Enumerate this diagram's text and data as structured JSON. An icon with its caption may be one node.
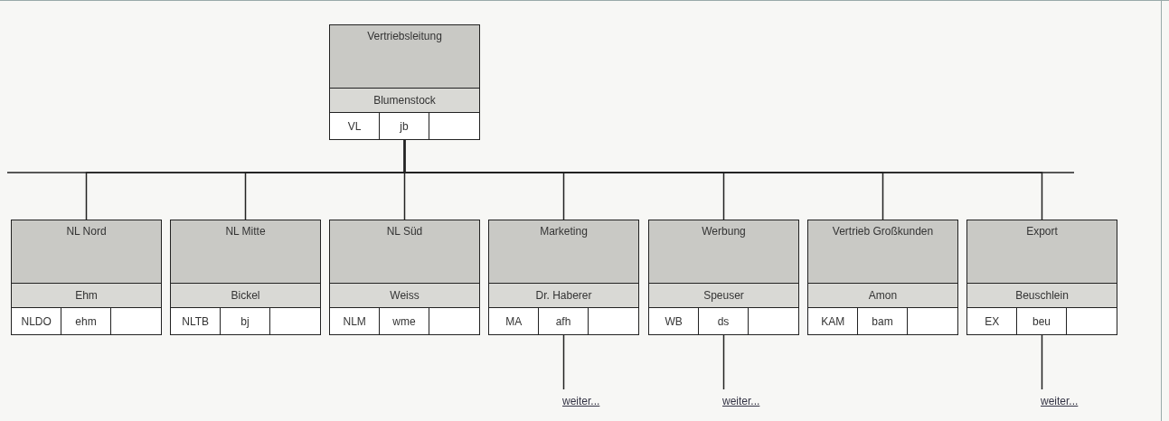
{
  "diagram": {
    "nodes": [
      {
        "text": [
          "Vertriebsleitung",
          "Blumenstock",
          "VL",
          "jb"
        ]
      },
      {
        "text": [
          "NL Nord",
          "Ehm",
          "NLDO",
          "ehm"
        ]
      },
      {
        "text": [
          "NL Mitte",
          "Bickel",
          "NLTB",
          "bj"
        ]
      },
      {
        "text": [
          "NL Süd",
          "Weiss",
          "NLM",
          "wme"
        ]
      },
      {
        "text": [
          "Marketing",
          "Dr. Haberer",
          "MA",
          "afh"
        ]
      },
      {
        "text": [
          "Werbung",
          "Speuser",
          "WB",
          "ds"
        ]
      },
      {
        "text": [
          "Vertrieb Großkunden",
          "Amon",
          "KAM",
          "bam"
        ]
      },
      {
        "text": [
          "Export",
          "Beuschlein",
          "EX",
          "beu"
        ]
      },
      {
        "text": [
          "weiter..."
        ]
      },
      {
        "text": [
          "weiter..."
        ]
      },
      {
        "text": [
          "weiter..."
        ]
      }
    ],
    "edges": [
      {
        "from": 0,
        "to": 1,
        "arrow": "none"
      },
      {
        "from": 0,
        "to": 2,
        "arrow": "none"
      },
      {
        "from": 0,
        "to": 3,
        "arrow": "none"
      },
      {
        "from": 0,
        "to": 4,
        "arrow": "none"
      },
      {
        "from": 0,
        "to": 5,
        "arrow": "none"
      },
      {
        "from": 0,
        "to": 6,
        "arrow": "none"
      },
      {
        "from": 0,
        "to": 7,
        "arrow": "none"
      },
      {
        "from": 4,
        "to": 8,
        "arrow": "none"
      },
      {
        "from": 5,
        "to": 9,
        "arrow": "none"
      },
      {
        "from": 7,
        "to": 10,
        "arrow": "none"
      }
    ]
  }
}
